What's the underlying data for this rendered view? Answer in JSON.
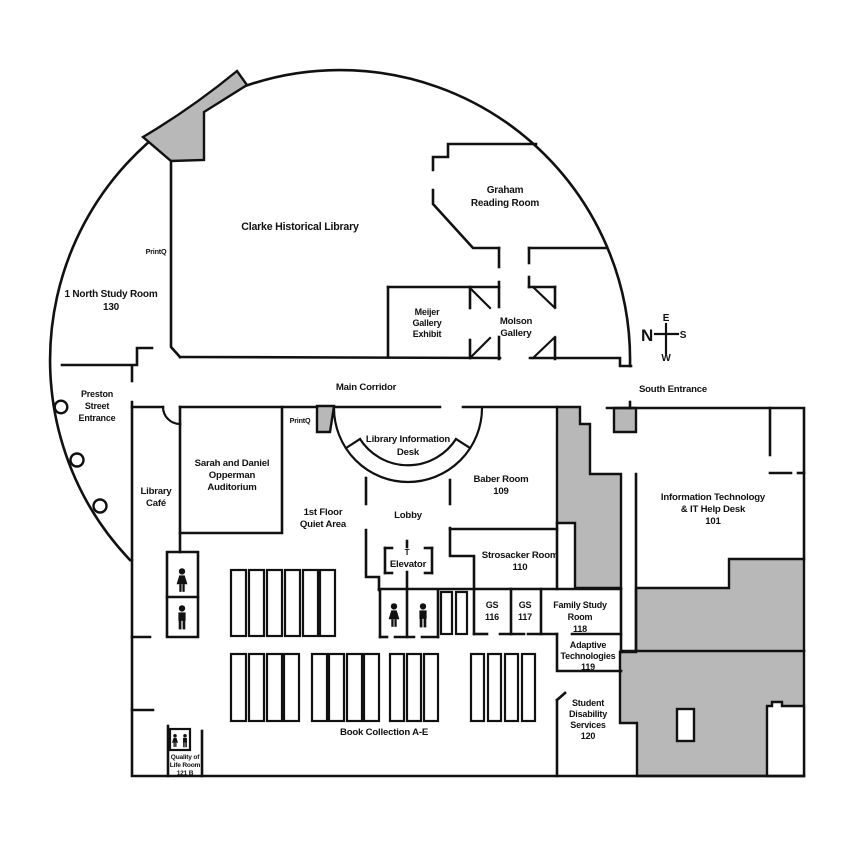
{
  "title": "Library first-floor map",
  "colors": {
    "wall": "#111111",
    "shaded_area": "#b8b8b8",
    "background": "#ffffff"
  },
  "icons": {
    "woman": "woman-restroom-icon",
    "man": "man-restroom-icon",
    "columns": "structural-column",
    "compass": "compass-rose",
    "door": "door-swing"
  },
  "compass": {
    "n": "N",
    "e": "E",
    "s": "S",
    "w": "W"
  },
  "labels": {
    "clarke": {
      "lines": [
        "Clarke Historical Library"
      ]
    },
    "printq_upper": {
      "lines": [
        "PrintQ"
      ]
    },
    "north_study": {
      "lines": [
        "1 North Study Room",
        "130"
      ]
    },
    "graham": {
      "lines": [
        "Graham",
        "Reading Room"
      ]
    },
    "meijer": {
      "lines": [
        "Meijer",
        "Gallery",
        "Exhibit"
      ]
    },
    "molson": {
      "lines": [
        "Molson",
        "Gallery"
      ]
    },
    "main_corridor": {
      "lines": [
        "Main Corridor"
      ]
    },
    "south_entrance": {
      "lines": [
        "South Entrance"
      ]
    },
    "preston": {
      "lines": [
        "Preston",
        "Street",
        "Entrance"
      ]
    },
    "cafe": {
      "lines": [
        "Library",
        "Café"
      ]
    },
    "auditorium": {
      "lines": [
        "Sarah and Daniel",
        "Opperman",
        "Auditorium"
      ]
    },
    "printq_lower": {
      "lines": [
        "PrintQ"
      ]
    },
    "info_desk": {
      "lines": [
        "Library Information",
        "Desk"
      ]
    },
    "quiet": {
      "lines": [
        "1st Floor",
        "Quiet Area"
      ]
    },
    "lobby": {
      "lines": [
        "Lobby"
      ]
    },
    "baber": {
      "lines": [
        "Baber Room",
        "109"
      ]
    },
    "it_desk": {
      "lines": [
        "Information Technology",
        "& IT Help Desk",
        "101"
      ]
    },
    "strosacker": {
      "lines": [
        "Strosacker Room",
        "110"
      ]
    },
    "elevator_t": {
      "lines": [
        "T"
      ]
    },
    "elevator": {
      "lines": [
        "Elevator"
      ]
    },
    "gs116": {
      "lines": [
        "GS",
        "116"
      ]
    },
    "gs117": {
      "lines": [
        "GS",
        "117"
      ]
    },
    "family": {
      "lines": [
        "Family Study",
        "Room",
        "118"
      ]
    },
    "adaptive": {
      "lines": [
        "Adaptive",
        "Technologies",
        "119"
      ]
    },
    "student": {
      "lines": [
        "Student",
        "Disability",
        "Services",
        "120"
      ]
    },
    "books": {
      "lines": [
        "Book Collection A-E"
      ]
    },
    "quality": {
      "lines": [
        "Quality of",
        "Life Room",
        "121 B"
      ]
    }
  }
}
